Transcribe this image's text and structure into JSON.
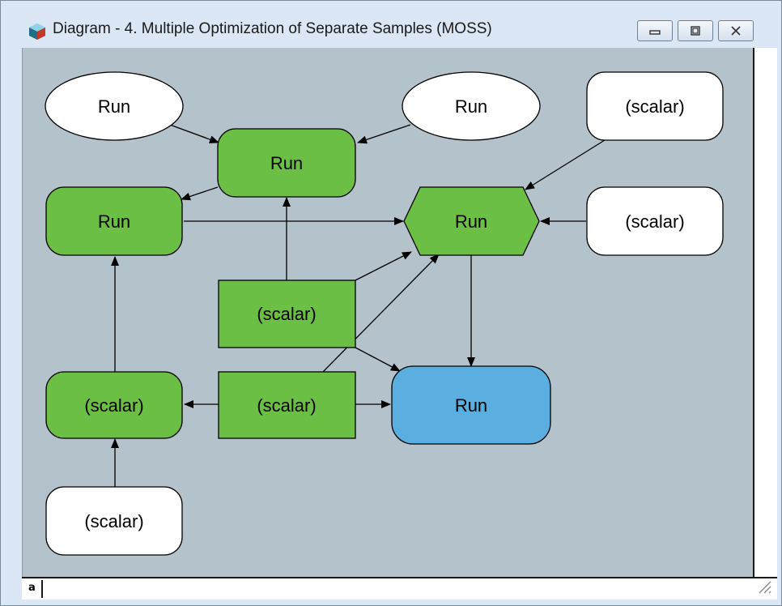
{
  "window": {
    "title": "Diagram - 4. Multiple Optimization of Separate Samples (MOSS)",
    "buttons": {
      "minimize": "minimize",
      "maximize": "maximize",
      "close": "close"
    }
  },
  "colors": {
    "canvas": "#b4c2cb",
    "green_node": "#6abf44",
    "blue_node": "#5aafe0",
    "white_node": "#ffffff"
  },
  "nodes": {
    "run_ellipse_left": "Run",
    "run_ellipse_right": "Run",
    "scalar_top_right": "(scalar)",
    "run_green_top": "Run",
    "run_green_left": "Run",
    "run_hexagon": "Run",
    "scalar_right": "(scalar)",
    "scalar_rect_center": "(scalar)",
    "scalar_green_left": "(scalar)",
    "scalar_rect_lower": "(scalar)",
    "run_blue": "Run",
    "scalar_bottom_left": "(scalar)"
  },
  "status": {
    "field_text": "a"
  }
}
